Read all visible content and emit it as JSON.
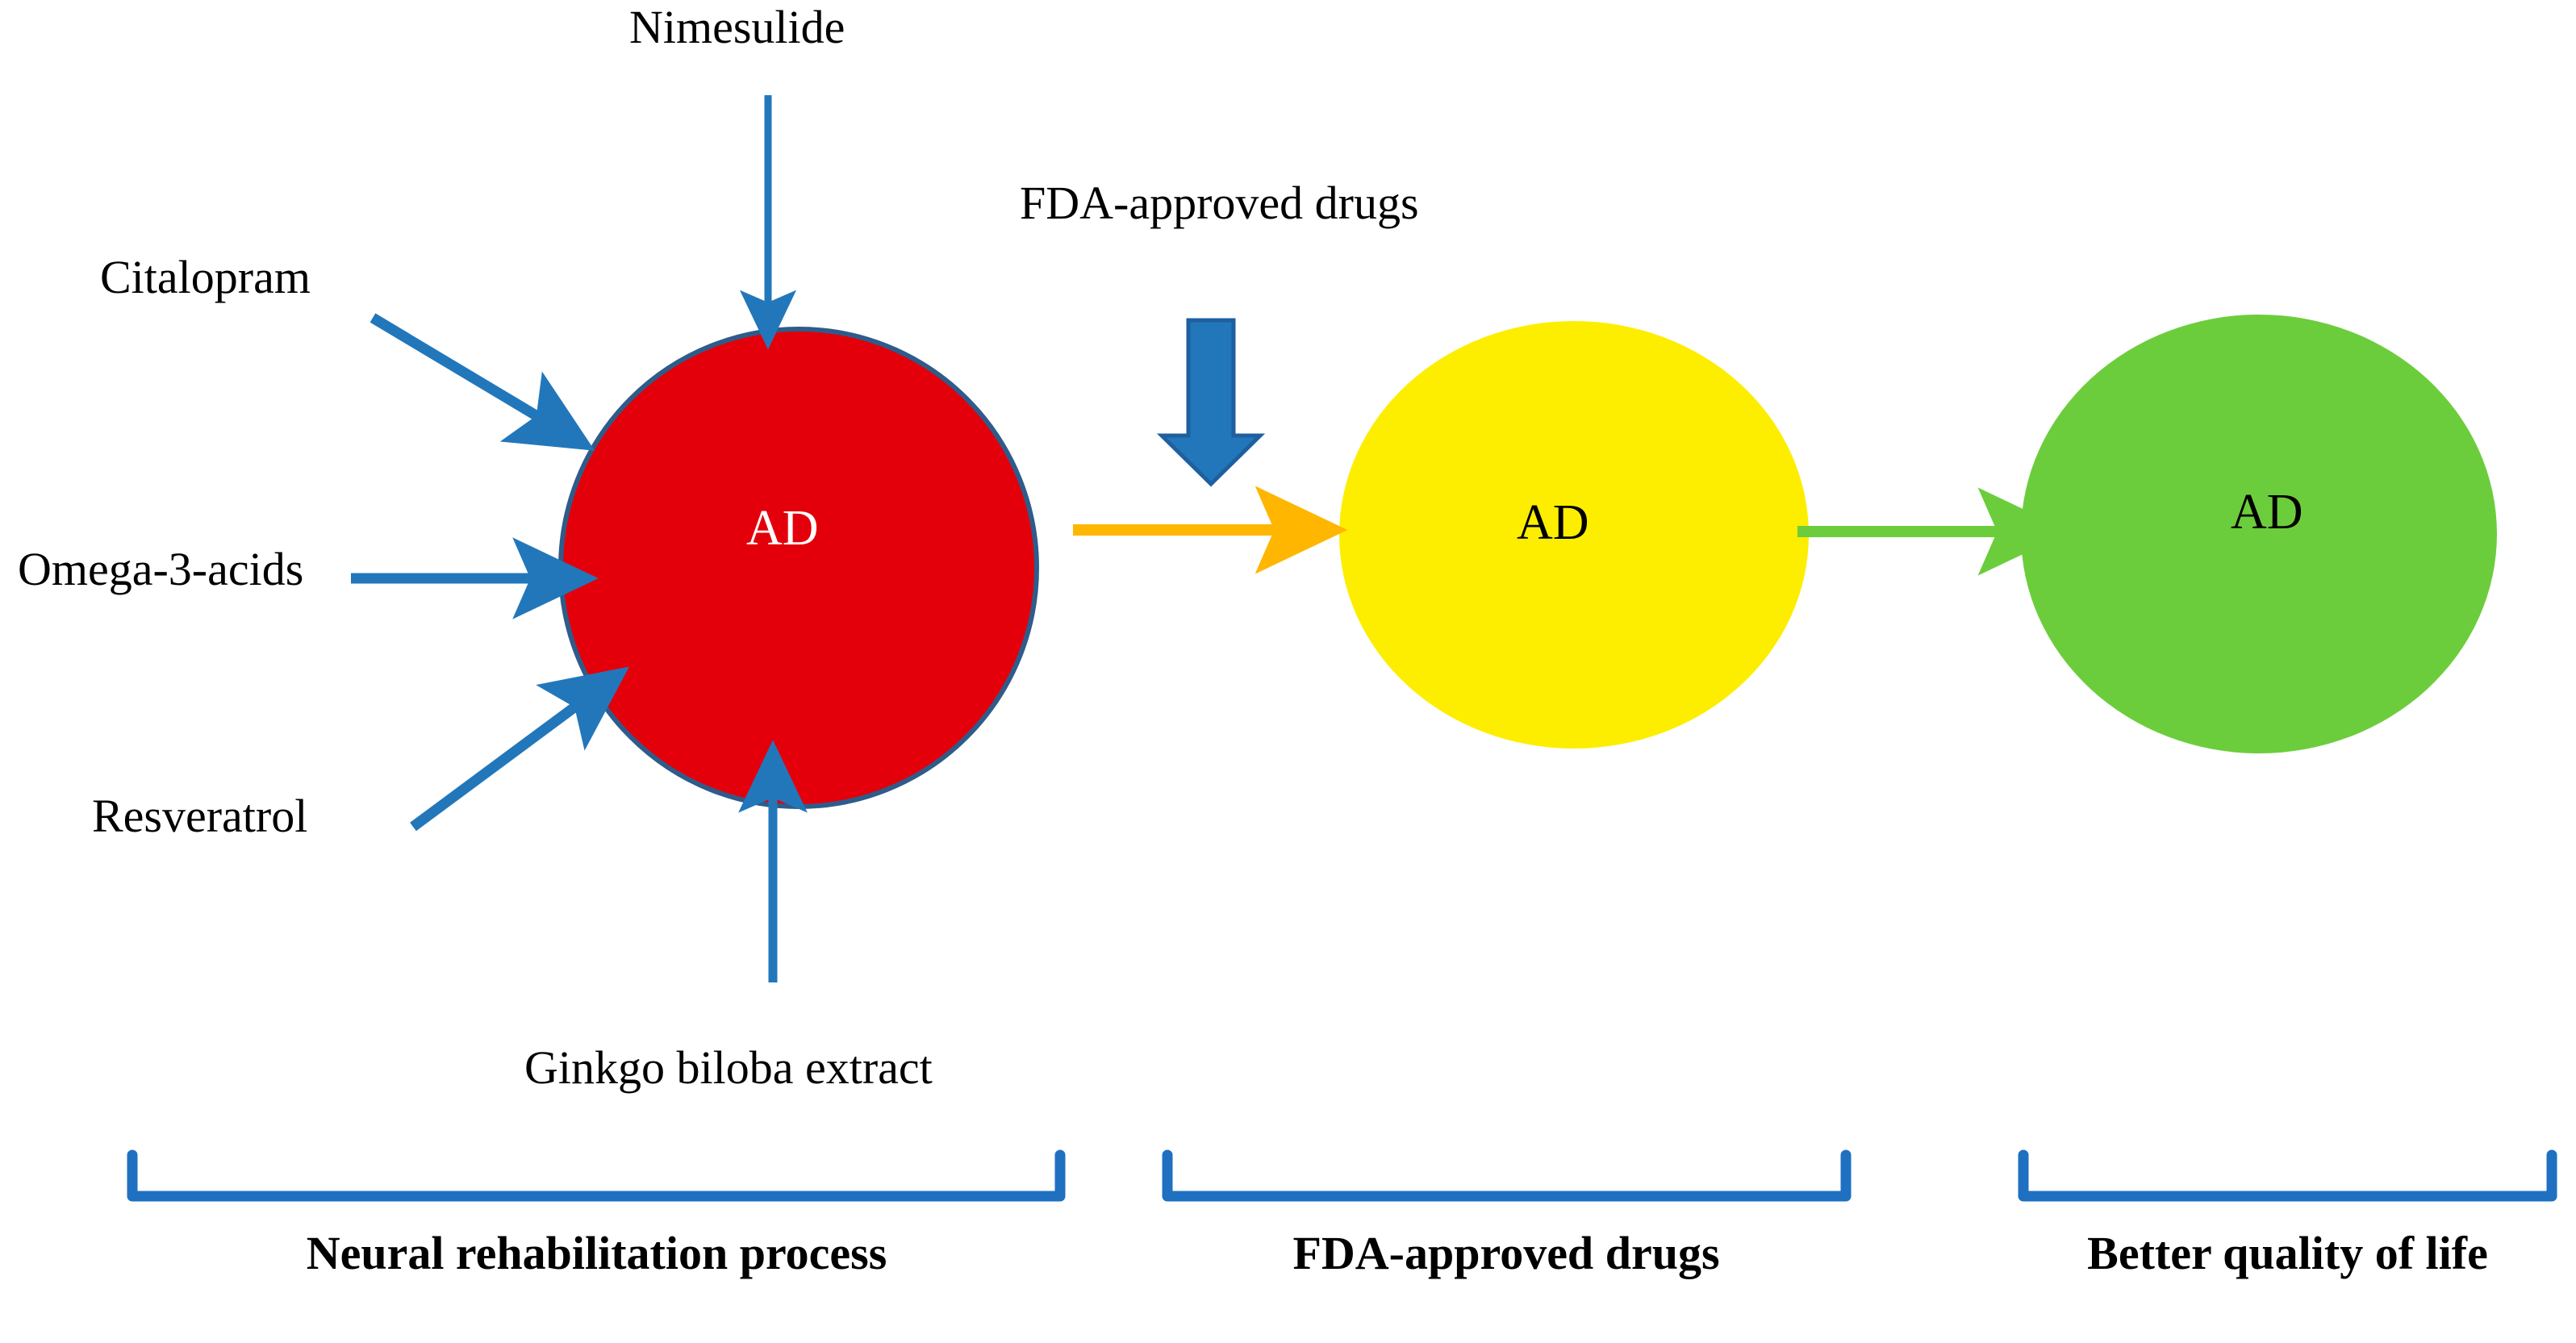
{
  "diagram": {
    "title_hidden": "",
    "background_color": "#ffffff",
    "colors": {
      "red_node": "#e3000b",
      "red_node_border": "#2e5c8a",
      "yellow_node": "#fdee00",
      "green_node": "#6ccd3c",
      "blue_arrow": "#2277bb",
      "blue_arrow_dark": "#1f5fa0",
      "orange_arrow": "#ffb600",
      "green_arrow": "#6ccd3c",
      "bracket_blue": "#1f70c1",
      "text_black": "#000000",
      "text_white": "#ffffff"
    },
    "input_labels": [
      {
        "id": "nimesulide",
        "text": "Nimesulide"
      },
      {
        "id": "citalopram",
        "text": "Citalopram"
      },
      {
        "id": "omega",
        "text": "Omega-3-acids"
      },
      {
        "id": "resveratrol",
        "text": "Resveratrol"
      },
      {
        "id": "ginkgo",
        "text": "Ginkgo biloba extract"
      }
    ],
    "annotation_labels": [
      {
        "id": "fda-approved-drugs-top",
        "text": "FDA-approved drugs"
      }
    ],
    "nodes": [
      {
        "id": "node-red",
        "label": "AD",
        "fill": "#e3000b",
        "text_color": "#ffffff"
      },
      {
        "id": "node-yellow",
        "label": "AD",
        "fill": "#fdee00",
        "text_color": "#000000"
      },
      {
        "id": "node-green",
        "label": "AD",
        "fill": "#6ccd3c",
        "text_color": "#000000"
      }
    ],
    "group_labels": [
      {
        "id": "group-1",
        "text": "Neural rehabilitation process"
      },
      {
        "id": "group-2",
        "text": "FDA-approved drugs"
      },
      {
        "id": "group-3",
        "text": "Better quality of life"
      }
    ],
    "connectors": [
      {
        "id": "arrow-nimesulide-to-red",
        "color": "#2277bb",
        "direction": "down",
        "style": "thin"
      },
      {
        "id": "arrow-citalopram-to-red",
        "color": "#2277bb",
        "direction": "down-right",
        "style": "thin"
      },
      {
        "id": "arrow-omega-to-red",
        "color": "#2277bb",
        "direction": "right",
        "style": "thin"
      },
      {
        "id": "arrow-resveratrol-to-red",
        "color": "#2277bb",
        "direction": "up-right",
        "style": "thin"
      },
      {
        "id": "arrow-ginkgo-to-red",
        "color": "#2277bb",
        "direction": "up",
        "style": "thin"
      },
      {
        "id": "arrow-fda-block",
        "color": "#2277bb",
        "direction": "down",
        "style": "block"
      },
      {
        "id": "arrow-red-to-yellow",
        "color": "#ffb600",
        "direction": "right",
        "style": "thin"
      },
      {
        "id": "arrow-yellow-to-green",
        "color": "#6ccd3c",
        "direction": "right",
        "style": "thin"
      }
    ]
  }
}
